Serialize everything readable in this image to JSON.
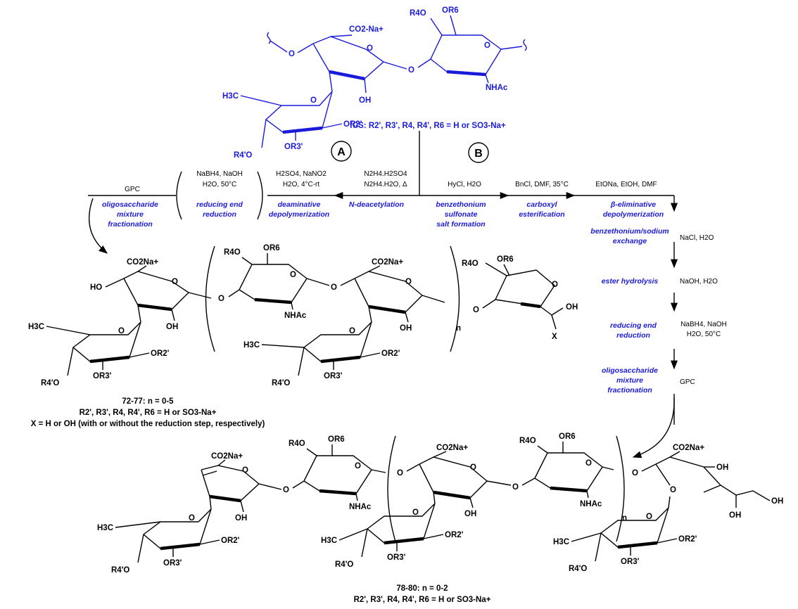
{
  "start": {
    "label": "fCS: R2', R3', R4, R4', R6 = H or SO3-Na+",
    "atoms": {
      "co2na": "CO2-Na+",
      "r4o": "R4O",
      "or6": "OR6",
      "oh": "OH",
      "nhac": "NHAc",
      "h3c": "H3C",
      "or2": "OR2'",
      "or3": "OR3'",
      "r4po": "R4'O",
      "o": "O"
    }
  },
  "routes": {
    "a": "A",
    "b": "B"
  },
  "route_a": {
    "step1_cond1": "N2H4.H2SO4",
    "step1_cond2": "N2H4.H2O, Δ",
    "step1_desc": "N-deacetylation",
    "step2_cond1": "H2SO4, NaNO2",
    "step2_cond2": "H2O, 4°C-rt",
    "step2_desc1": "deaminative",
    "step2_desc2": "depolymerization",
    "step3_cond1": "NaBH4, NaOH",
    "step3_cond2": "H2O, 50°C",
    "step3_desc1": "reducing end",
    "step3_desc2": "reduction",
    "step4_cond": "GPC",
    "step4_desc1": "oligosaccharide",
    "step4_desc2": "mixture",
    "step4_desc3": "fractionation"
  },
  "route_b": {
    "step1_cond": "HyCl, H2O",
    "step1_desc1": "benzethonium",
    "step1_desc2": "sulfonate",
    "step1_desc3": "salt formation",
    "step2_cond": "BnCl, DMF, 35°C",
    "step2_desc1": "carboxyl",
    "step2_desc2": "esterification",
    "step3_cond": "EtONa, EtOH, DMF",
    "step3_desc1": "β-eliminative",
    "step3_desc2": "depolymerization",
    "step4_desc1": "benzethonium/sodium",
    "step4_desc2": "exchange",
    "step4_cond": "NaCl, H2O",
    "step5_desc": "ester hydrolysis",
    "step5_cond": "NaOH, H2O",
    "step6_desc1": "reducing end",
    "step6_desc2": "reduction",
    "step6_cond1": "NaBH4, NaOH",
    "step6_cond2": "H2O, 50°C",
    "step7_desc1": "oligosaccharide",
    "step7_desc2": "mixture",
    "step7_desc3": "fractionation",
    "step7_cond": "GPC"
  },
  "product_a": {
    "line1": "72-77: n = 0-5",
    "line2": "R2', R3', R4, R4', R6 = H or SO3-Na+",
    "line3": "X = H or OH (with or without the reduction step, respectively)",
    "atoms": {
      "ho": "HO",
      "co2na": "CO2Na+",
      "oh": "OH",
      "r4o": "R4O",
      "or6": "OR6",
      "nhac": "NHAc",
      "h3c": "H3C",
      "or2": "OR2'",
      "or3": "OR3'",
      "r4po": "R4'O",
      "x": "X",
      "n": "n",
      "o": "O"
    }
  },
  "product_b": {
    "line1": "78-80: n = 0-2",
    "line2": "R2', R3', R4, R4', R6 = H or SO3-Na+",
    "atoms": {
      "co2na": "CO2Na+",
      "r4o": "R4O",
      "or6": "OR6",
      "oh": "OH",
      "nhac": "NHAc",
      "h3c": "H3C",
      "or2": "OR2'",
      "or3": "OR3'",
      "r4po": "R4'O",
      "n": "n",
      "o": "O"
    }
  }
}
